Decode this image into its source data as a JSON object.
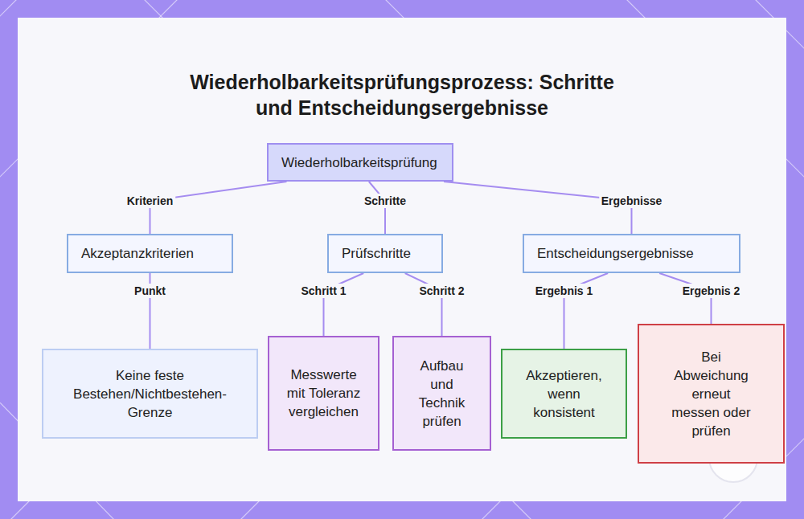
{
  "diagram": {
    "title": "Wiederholbarkeitsprüfungsprozess: Schritte und Entscheidungsergebnisse",
    "nodes": [
      {
        "text": [
          "Wiederholbarkeitsprüfung"
        ]
      },
      {
        "text": [
          "Akzeptanzkriterien"
        ]
      },
      {
        "text": [
          "Prüfschritte"
        ]
      },
      {
        "text": [
          "Entscheidungsergebnisse"
        ]
      },
      {
        "text": [
          "Keine feste Bestehen/Nichtbestehen-Grenze"
        ]
      },
      {
        "text": [
          "Messwerte mit Toleranz vergleichen"
        ]
      },
      {
        "text": [
          "Aufbau und Technik prüfen"
        ]
      },
      {
        "text": [
          "Akzeptieren, wenn konsistent"
        ]
      },
      {
        "text": [
          "Bei Abweichung erneut messen oder prüfen"
        ]
      }
    ],
    "edges": [
      {
        "from": 0,
        "to": 1,
        "label": "Kriterien",
        "arrow": "none"
      },
      {
        "from": 0,
        "to": 2,
        "label": "Schritte",
        "arrow": "none"
      },
      {
        "from": 0,
        "to": 3,
        "label": "Ergebnisse",
        "arrow": "none"
      },
      {
        "from": 1,
        "to": 4,
        "label": "Punkt",
        "arrow": "none"
      },
      {
        "from": 2,
        "to": 5,
        "label": "Schritt 1",
        "arrow": "none"
      },
      {
        "from": 2,
        "to": 6,
        "label": "Schritt 2",
        "arrow": "none"
      },
      {
        "from": 3,
        "to": 7,
        "label": "Ergebnis 1",
        "arrow": "none"
      },
      {
        "from": 3,
        "to": 8,
        "label": "Ergebnis 2",
        "arrow": "none"
      }
    ]
  }
}
